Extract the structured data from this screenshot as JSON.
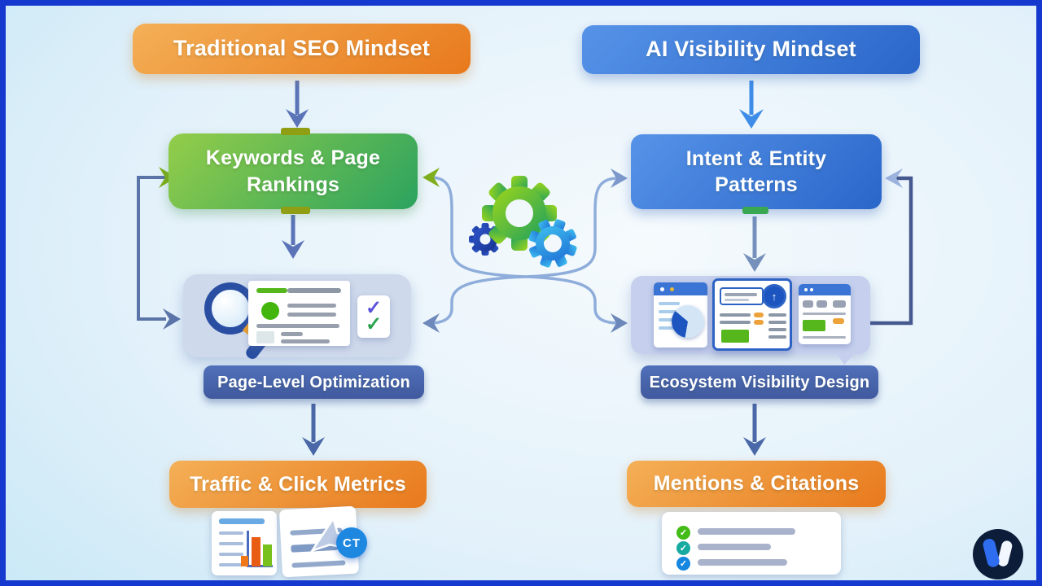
{
  "diagram": {
    "left": {
      "title": "Traditional SEO Mindset",
      "focus": "Keywords & Page Rankings",
      "approach": "Page-Level Optimization",
      "metrics": "Traffic & Click Metrics",
      "badge": "CT"
    },
    "right": {
      "title": "AI Visibility Mindset",
      "focus": "Intent & Entity Patterns",
      "approach": "Ecosystem Visibility Design",
      "metrics": "Mentions & Citations"
    },
    "glyphs": {
      "checkmark": "✓",
      "arrow_up": "↑"
    },
    "icons": {
      "center": "gears-icon",
      "left_panel": [
        "magnifier-icon",
        "document-illustration",
        "checkmarks-card"
      ],
      "right_panel": [
        "browser-window-pie",
        "browser-window-search",
        "browser-window-list"
      ],
      "bottom_left": [
        "bar-chart-card",
        "click-cursor-card",
        "ct-badge"
      ],
      "bottom_right": [
        "checklist-card"
      ],
      "brand": "brand-logo"
    },
    "colors": {
      "frame_border": "#1539cf",
      "orange_from": "#f4b057",
      "orange_to": "#e8791c",
      "green_from": "#94cd49",
      "green_to": "#2ba35f",
      "blue_from": "#5693e8",
      "blue_to": "#2a66c9",
      "slate_label": "#46619f",
      "arrow_slate": "#5b74a8",
      "arrow_bright_blue": "#3f8ce8",
      "connector_light": "#8fadda",
      "green_arrowhead": "#7fae1d",
      "background_sky": "#a4dbf2"
    }
  }
}
